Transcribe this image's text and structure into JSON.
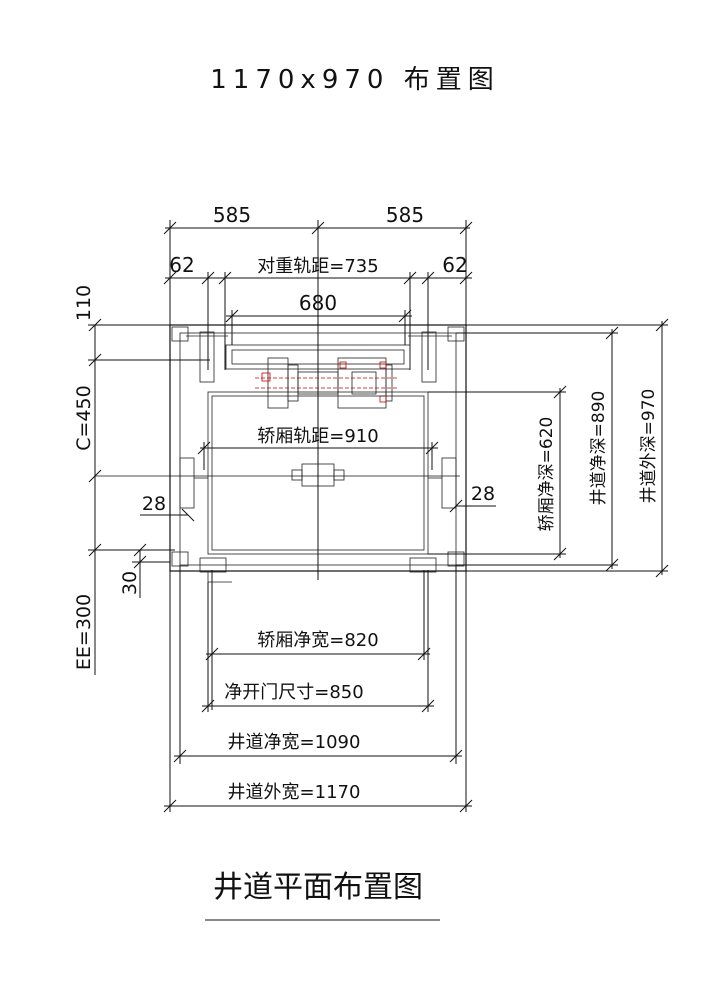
{
  "title": "1170x970 布置图",
  "caption": "井道平面布置图",
  "dims": {
    "top_left": "585",
    "top_right": "585",
    "left_62": "62",
    "right_62": "62",
    "cwt_rail": "对重轨距=735",
    "d680": "680",
    "car_rail": "轿厢轨距=910",
    "left_28": "28",
    "right_28": "28",
    "car_depth": "轿厢净深=620",
    "shaft_depth": "井道净深=890",
    "shaft_outer_depth": "井道外深=970",
    "v110": "110",
    "c450": "C=450",
    "v30": "30",
    "ee300": "EE=300",
    "car_width": "轿厢净宽=820",
    "door_width": "净开门尺寸=850",
    "shaft_width": "井道净宽=1090",
    "shaft_outer_width": "井道外宽=1170"
  }
}
